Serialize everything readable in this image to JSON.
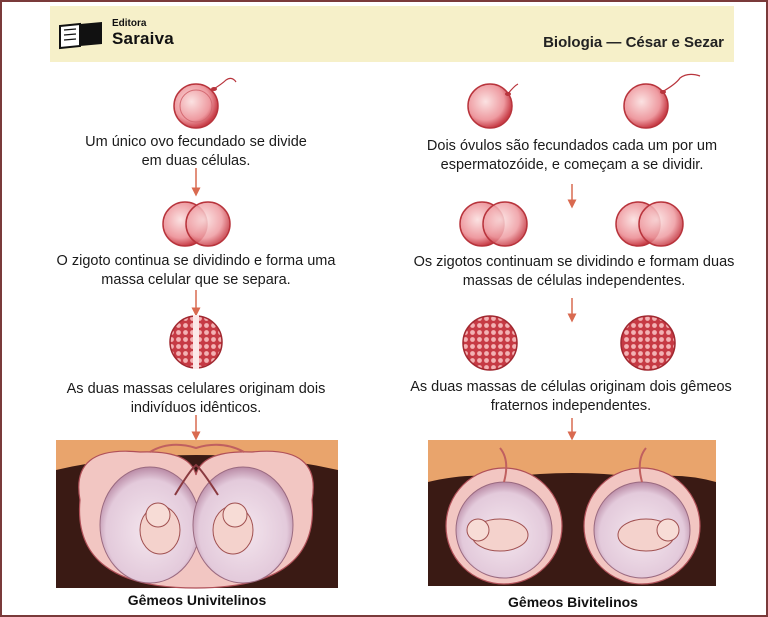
{
  "header": {
    "publisher_small": "Editora",
    "publisher_big": "Saraiva",
    "title": "Biologia — César e Sezar"
  },
  "left": {
    "step1": [
      "Um único ovo fecundado se divide",
      "em duas células."
    ],
    "step2": [
      "O zigoto continua se dividindo e forma uma",
      "massa celular que se separa."
    ],
    "step3": [
      "As duas massas celulares originam dois",
      "indivíduos idênticos."
    ],
    "label": "Gêmeos Univitelinos"
  },
  "right": {
    "step1": [
      "Dois óvulos são fecundados cada um por um",
      "espermatozóide, e começam a se dividir."
    ],
    "step2": [
      "Os zigotos continuam se dividindo e formam duas",
      "massas de células independentes."
    ],
    "step3": [
      "As duas massas de células originam dois gêmeos",
      "fraternos independentes."
    ],
    "label": "Gêmeos Bivitelinos"
  },
  "colors": {
    "cell": "#e8808a",
    "cell_dark": "#b8343c",
    "arrow": "#d96a50",
    "uterus_bg": "#e8a06a",
    "uterus_dark": "#3a1a14"
  }
}
